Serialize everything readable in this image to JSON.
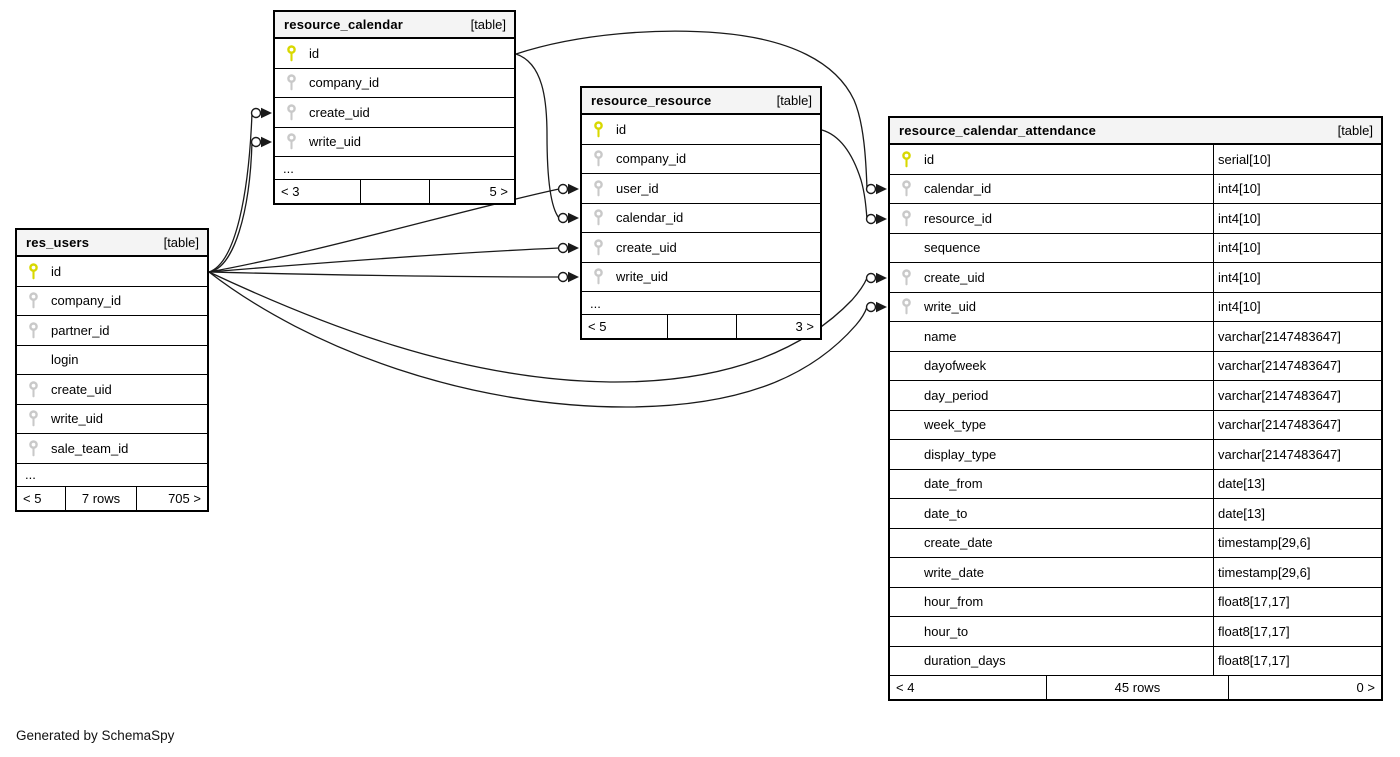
{
  "note": "Generated by SchemaSpy",
  "colors": {
    "pk_key": "#d8d800",
    "fk_key": "#c9c9c9",
    "header_bg": "#f4f4f4",
    "border": "#000000"
  },
  "tables": [
    {
      "name": "resource_calendar",
      "tag": "[table]",
      "has_types": false,
      "columns": [
        {
          "name": "id",
          "key": "pk",
          "type": ""
        },
        {
          "name": "company_id",
          "key": "fk",
          "type": ""
        },
        {
          "name": "create_uid",
          "key": "fk",
          "type": ""
        },
        {
          "name": "write_uid",
          "key": "fk",
          "type": ""
        }
      ],
      "ellipsis": "...",
      "footer": {
        "prev": "< 3",
        "rows": "",
        "next": "5 >"
      }
    },
    {
      "name": "res_users",
      "tag": "[table]",
      "has_types": false,
      "columns": [
        {
          "name": "id",
          "key": "pk",
          "type": ""
        },
        {
          "name": "company_id",
          "key": "fk",
          "type": ""
        },
        {
          "name": "partner_id",
          "key": "fk",
          "type": ""
        },
        {
          "name": "login",
          "key": "",
          "type": ""
        },
        {
          "name": "create_uid",
          "key": "fk",
          "type": ""
        },
        {
          "name": "write_uid",
          "key": "fk",
          "type": ""
        },
        {
          "name": "sale_team_id",
          "key": "fk",
          "type": ""
        }
      ],
      "ellipsis": "...",
      "footer": {
        "prev": "< 5",
        "rows": "7 rows",
        "next": "705 >"
      }
    },
    {
      "name": "resource_resource",
      "tag": "[table]",
      "has_types": false,
      "columns": [
        {
          "name": "id",
          "key": "pk",
          "type": ""
        },
        {
          "name": "company_id",
          "key": "fk",
          "type": ""
        },
        {
          "name": "user_id",
          "key": "fk",
          "type": ""
        },
        {
          "name": "calendar_id",
          "key": "fk",
          "type": ""
        },
        {
          "name": "create_uid",
          "key": "fk",
          "type": ""
        },
        {
          "name": "write_uid",
          "key": "fk",
          "type": ""
        }
      ],
      "ellipsis": "...",
      "footer": {
        "prev": "< 5",
        "rows": "",
        "next": "3 >"
      }
    },
    {
      "name": "resource_calendar_attendance",
      "tag": "[table]",
      "has_types": true,
      "columns": [
        {
          "name": "id",
          "key": "pk",
          "type": "serial[10]"
        },
        {
          "name": "calendar_id",
          "key": "fk",
          "type": "int4[10]"
        },
        {
          "name": "resource_id",
          "key": "fk",
          "type": "int4[10]"
        },
        {
          "name": "sequence",
          "key": "",
          "type": "int4[10]"
        },
        {
          "name": "create_uid",
          "key": "fk",
          "type": "int4[10]"
        },
        {
          "name": "write_uid",
          "key": "fk",
          "type": "int4[10]"
        },
        {
          "name": "name",
          "key": "",
          "type": "varchar[2147483647]"
        },
        {
          "name": "dayofweek",
          "key": "",
          "type": "varchar[2147483647]"
        },
        {
          "name": "day_period",
          "key": "",
          "type": "varchar[2147483647]"
        },
        {
          "name": "week_type",
          "key": "",
          "type": "varchar[2147483647]"
        },
        {
          "name": "display_type",
          "key": "",
          "type": "varchar[2147483647]"
        },
        {
          "name": "date_from",
          "key": "",
          "type": "date[13]"
        },
        {
          "name": "date_to",
          "key": "",
          "type": "date[13]"
        },
        {
          "name": "create_date",
          "key": "",
          "type": "timestamp[29,6]"
        },
        {
          "name": "write_date",
          "key": "",
          "type": "timestamp[29,6]"
        },
        {
          "name": "hour_from",
          "key": "",
          "type": "float8[17,17]"
        },
        {
          "name": "hour_to",
          "key": "",
          "type": "float8[17,17]"
        },
        {
          "name": "duration_days",
          "key": "",
          "type": "float8[17,17]"
        }
      ],
      "ellipsis": "",
      "footer": {
        "prev": "< 4",
        "rows": "45 rows",
        "next": "0 >"
      }
    }
  ],
  "relationships": [
    {
      "from": "res_users.id",
      "to": "resource_calendar.create_uid"
    },
    {
      "from": "res_users.id",
      "to": "resource_calendar.write_uid"
    },
    {
      "from": "res_users.id",
      "to": "resource_resource.user_id"
    },
    {
      "from": "res_users.id",
      "to": "resource_resource.create_uid"
    },
    {
      "from": "res_users.id",
      "to": "resource_resource.write_uid"
    },
    {
      "from": "res_users.id",
      "to": "resource_calendar_attendance.create_uid"
    },
    {
      "from": "res_users.id",
      "to": "resource_calendar_attendance.write_uid"
    },
    {
      "from": "resource_calendar.id",
      "to": "resource_resource.calendar_id"
    },
    {
      "from": "resource_calendar.id",
      "to": "resource_calendar_attendance.calendar_id"
    },
    {
      "from": "resource_resource.id",
      "to": "resource_calendar_attendance.resource_id"
    }
  ]
}
